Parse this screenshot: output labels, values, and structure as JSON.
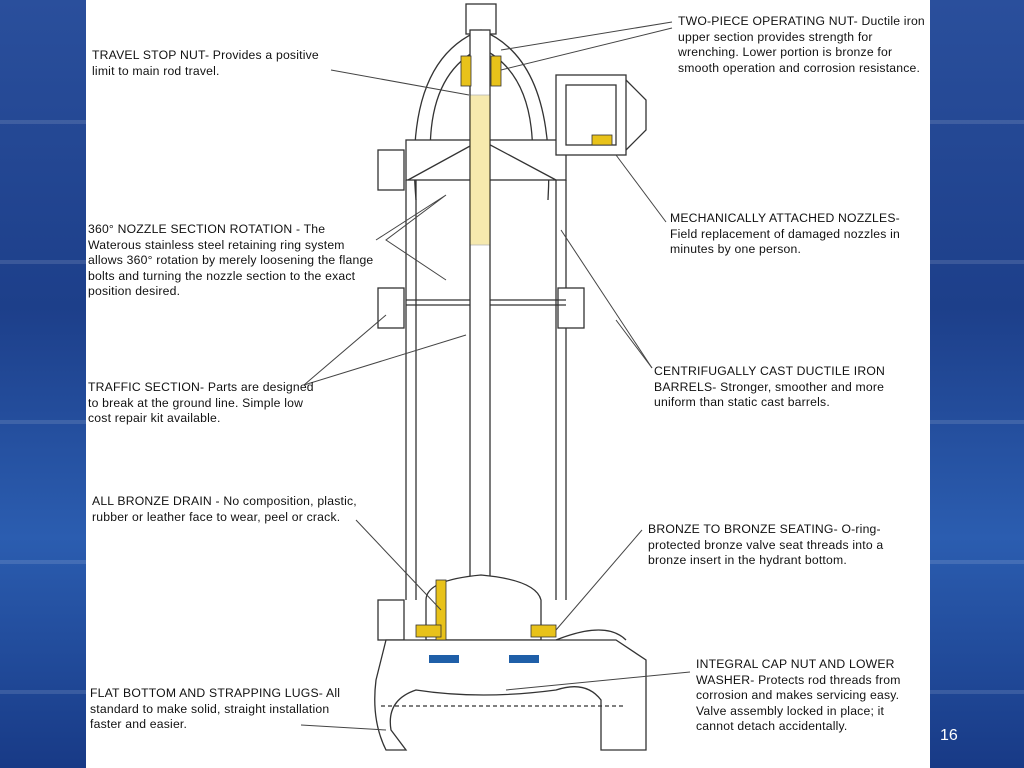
{
  "colors": {
    "background": "#1e4290",
    "slide": "#ffffff",
    "bronze": "#e8c21a",
    "blue_washer": "#1f5fa8",
    "line": "#333333"
  },
  "labels": {
    "travel_stop": {
      "title": "TRAVEL STOP NUT-",
      "body": "Provides a positive limit to main rod travel."
    },
    "operating_nut": {
      "title": "TWO-PIECE OPERATING NUT-",
      "body": "Ductile iron upper section provides strength for wrenching. Lower portion is bronze for smooth operation and corrosion resistance."
    },
    "nozzle_rotation": {
      "title": "360° NOZZLE SECTION ROTATION -",
      "body": "The Waterous stainless steel retaining ring system allows 360° rotation by merely loosening the flange bolts and turning the nozzle section to the exact position desired."
    },
    "mech_nozzles": {
      "title": "MECHANICALLY ATTACHED NOZZLES-",
      "body": "Field replacement of damaged nozzles in minutes by one person."
    },
    "traffic": {
      "title": "TRAFFIC SECTION-",
      "body": "Parts are designed to break at the ground line. Simple low cost repair kit available."
    },
    "barrels": {
      "title": "CENTRIFUGALLY CAST DUCTILE IRON BARRELS-",
      "body": "Stronger, smoother and more uniform than static cast barrels."
    },
    "drain": {
      "title": "ALL BRONZE DRAIN -",
      "body": "No composition, plastic, rubber or leather face to wear, peel or crack."
    },
    "seating": {
      "title": "BRONZE TO BRONZE SEATING-",
      "body": "O-ring-protected bronze valve seat threads into a bronze insert in the hydrant bottom."
    },
    "flat_bottom": {
      "title": "FLAT BOTTOM AND STRAPPING LUGS-",
      "body": "All standard to make solid, straight installation faster and easier."
    },
    "cap_nut": {
      "title": "INTEGRAL CAP NUT AND LOWER WASHER-",
      "body": "Protects rod threads from corrosion and makes servicing easy. Valve assembly locked in place; it cannot detach accidentally."
    }
  },
  "page_number": "16"
}
